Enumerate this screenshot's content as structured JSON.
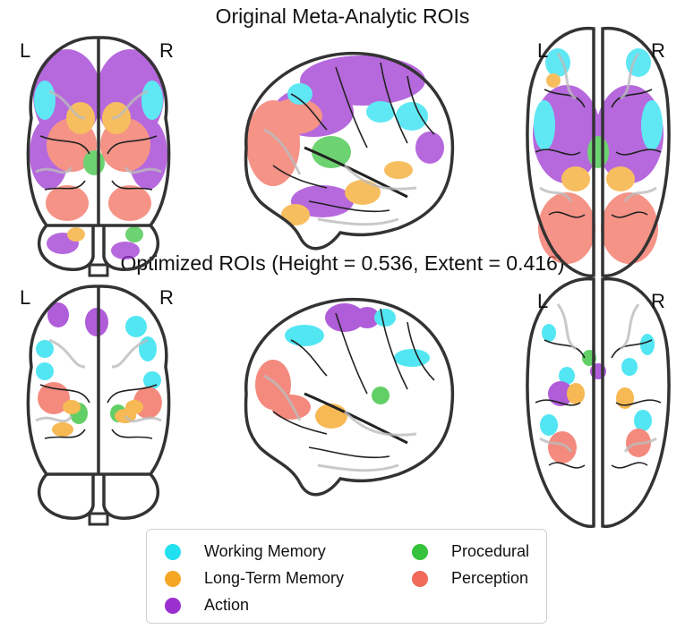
{
  "titles": {
    "top": "Original Meta-Analytic ROIs",
    "bottom": "Optimized ROIs (Height = 0.536, Extent = 0.416)"
  },
  "hemisphere_labels": {
    "left": "L",
    "right": "R"
  },
  "legend": {
    "items": [
      {
        "label": "Working Memory",
        "color": "#22e0f0"
      },
      {
        "label": "Long-Term Memory",
        "color": "#f5a623"
      },
      {
        "label": "Action",
        "color": "#9b30d0"
      },
      {
        "label": "Procedural",
        "color": "#36c23c"
      },
      {
        "label": "Perception",
        "color": "#f26a5a"
      }
    ]
  },
  "colors": {
    "outline": "#333333",
    "sulci": "#bbbbbb"
  }
}
